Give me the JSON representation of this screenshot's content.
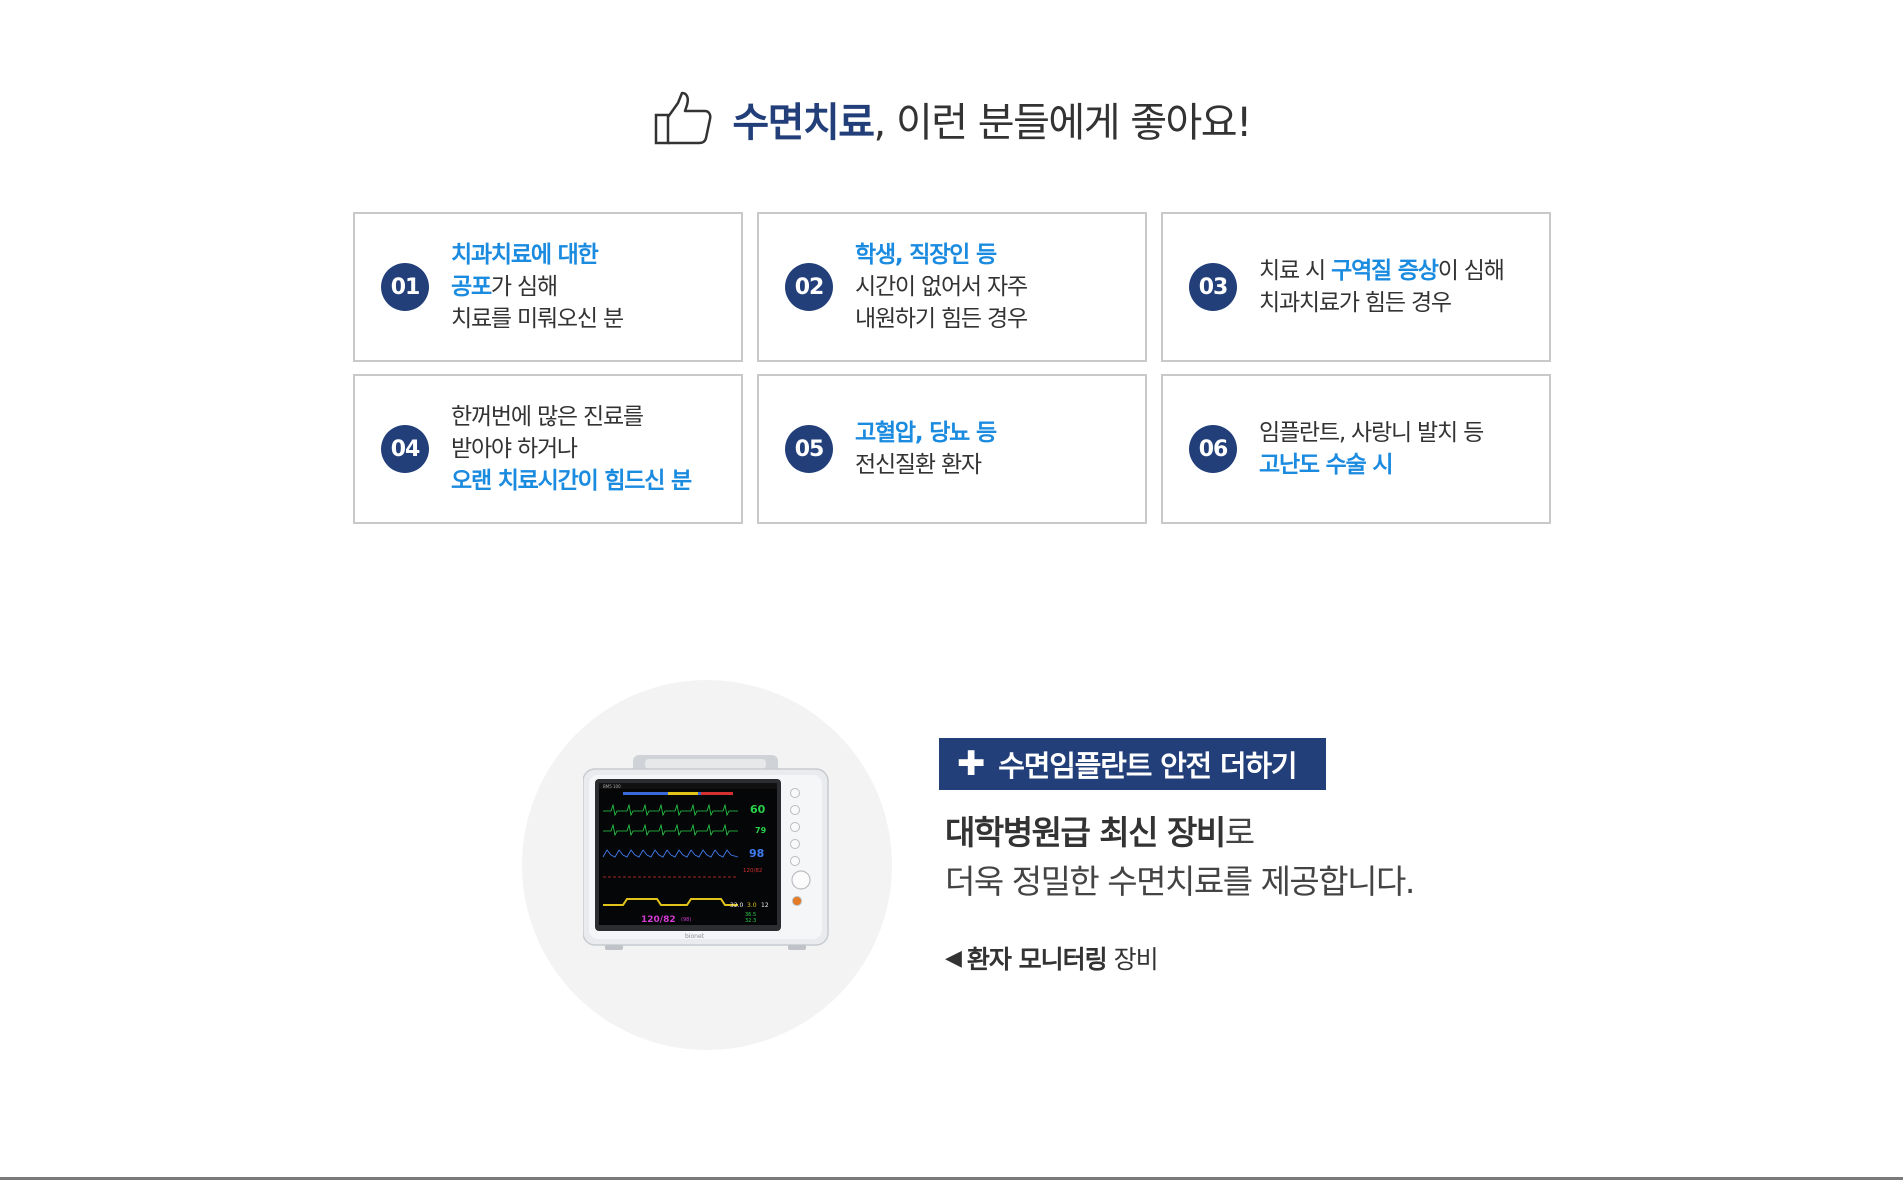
{
  "heading": {
    "highlight": "수면치료",
    "rest": ", 이런 분들에게 좋아요!",
    "icon": "thumbs-up-icon"
  },
  "cards": [
    {
      "num": "01",
      "lines": [
        [
          {
            "t": "치과치료에 대한",
            "em": true
          }
        ],
        [
          {
            "t": "공포",
            "em": true
          },
          {
            "t": "가 심해",
            "em": false
          }
        ],
        [
          {
            "t": "치료를 미뤄오신 분",
            "em": false
          }
        ]
      ]
    },
    {
      "num": "02",
      "lines": [
        [
          {
            "t": "학생, 직장인 등",
            "em": true
          }
        ],
        [
          {
            "t": "시간이 없어서 자주",
            "em": false
          }
        ],
        [
          {
            "t": "내원하기 힘든 경우",
            "em": false
          }
        ]
      ]
    },
    {
      "num": "03",
      "lines": [
        [
          {
            "t": "치료 시 ",
            "em": false
          },
          {
            "t": "구역질 증상",
            "em": true
          },
          {
            "t": "이 심해",
            "em": false
          }
        ],
        [
          {
            "t": "치과치료가 힘든 경우",
            "em": false
          }
        ]
      ]
    },
    {
      "num": "04",
      "lines": [
        [
          {
            "t": "한꺼번에 많은 진료를",
            "em": false
          }
        ],
        [
          {
            "t": "받아야 하거나",
            "em": false
          }
        ],
        [
          {
            "t": "오랜 치료시간이 힘드신 분",
            "em": true
          }
        ]
      ]
    },
    {
      "num": "05",
      "lines": [
        [
          {
            "t": "고혈압, 당뇨 등",
            "em": true
          }
        ],
        [
          {
            "t": "전신질환 환자",
            "em": false
          }
        ]
      ]
    },
    {
      "num": "06",
      "lines": [
        [
          {
            "t": "임플란트, 사랑니 발치 등",
            "em": false
          }
        ],
        [
          {
            "t": "고난도 수술 시",
            "em": true
          }
        ]
      ]
    }
  ],
  "equipment": {
    "badge_icon": "plus-icon",
    "badge_label": "수면임플란트 안전 더하기",
    "desc_line1_strong": "대학병원급 최신 장비",
    "desc_line1_rest": "로",
    "desc_line2": "더욱 정밀한 수면치료를 제공합니다.",
    "caption_icon": "left-triangle-icon",
    "caption_strong": "환자 모니터링",
    "caption_rest": " 장비",
    "monitor": {
      "brand": "bionet",
      "model": "BM5 100",
      "hr": "60",
      "spo2": "98",
      "rr": "79",
      "nibp_small": "120/82",
      "nibp_main": "120/82",
      "nibp_map": "(98)",
      "temp1": "32.0",
      "temp2": "32.3",
      "temp3": "36.5",
      "val_a": "3.0",
      "val_b": "12"
    }
  },
  "colors": {
    "navy": "#223f7a",
    "accent_blue": "#1b8be0",
    "border": "#c9c9c9"
  }
}
